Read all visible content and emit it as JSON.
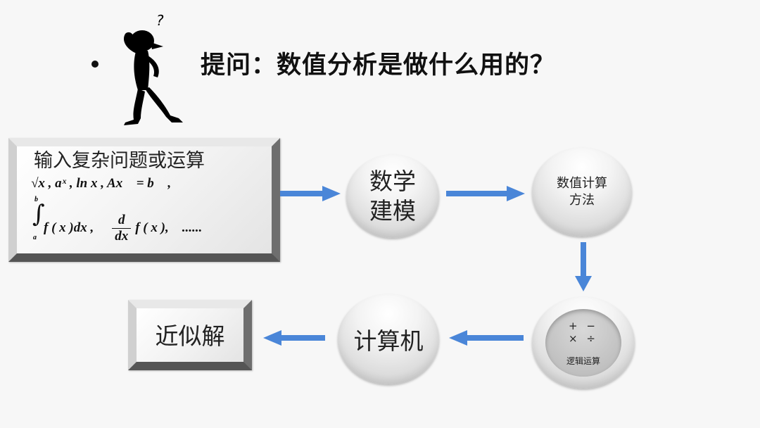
{
  "title": "提问：数值分析是做什么用的？",
  "input_box": {
    "title": "输入复杂问题或运算",
    "formula_row1": "√x ,  aˣ ,  ln x ,  Ax⃗ = b⃗ ,",
    "integral_limit_upper": "b",
    "integral_limit_lower": "a",
    "integral_term": "f ( x )dx ,",
    "deriv_num": "d",
    "deriv_den": "dx",
    "deriv_term": "f ( x ),",
    "ellipsis": "......"
  },
  "nodes": {
    "modeling_line1": "数学",
    "modeling_line2": "建模",
    "method_line1": "数值计算",
    "method_line2": "方法",
    "logic_ops_row1": "+ −",
    "logic_ops_row2": "× ÷",
    "logic_label": "逻辑运算",
    "computer": "计算机",
    "approx": "近似解"
  },
  "colors": {
    "arrow": "#4a86d8",
    "background": "#f7f7f7"
  }
}
